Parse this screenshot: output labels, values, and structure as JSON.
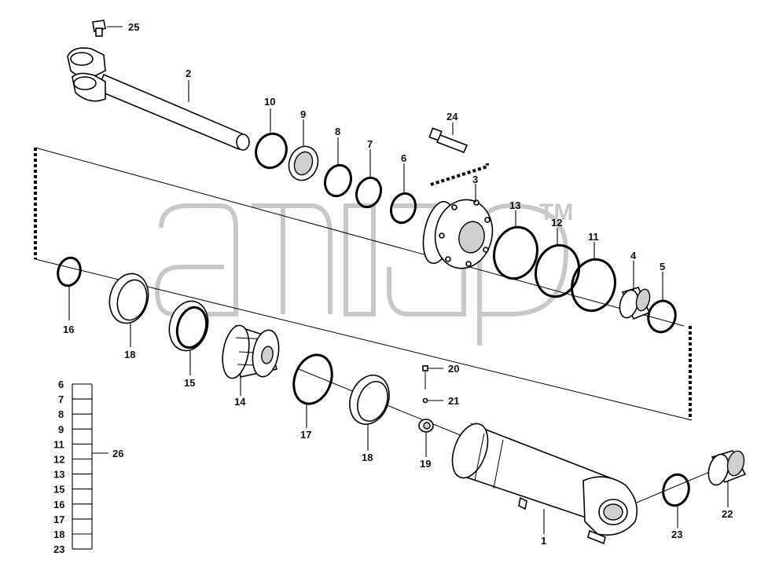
{
  "watermark": {
    "mark": "TM"
  },
  "callouts": {
    "p1": "1",
    "p2": "2",
    "p3": "3",
    "p4": "4",
    "p5": "5",
    "p6": "6",
    "p7": "7",
    "p8": "8",
    "p9": "9",
    "p10": "10",
    "p11": "11",
    "p12": "12",
    "p13": "13",
    "p14": "14",
    "p15": "15",
    "p16": "16",
    "p17": "17",
    "p18a": "18",
    "p18b": "18",
    "p19": "19",
    "p20": "20",
    "p21": "21",
    "p22": "22",
    "p23": "23",
    "p24": "24",
    "p25": "25"
  },
  "kit": {
    "items": [
      "6",
      "7",
      "8",
      "9",
      "11",
      "12",
      "13",
      "15",
      "16",
      "17",
      "18",
      "23"
    ],
    "label": "26"
  }
}
